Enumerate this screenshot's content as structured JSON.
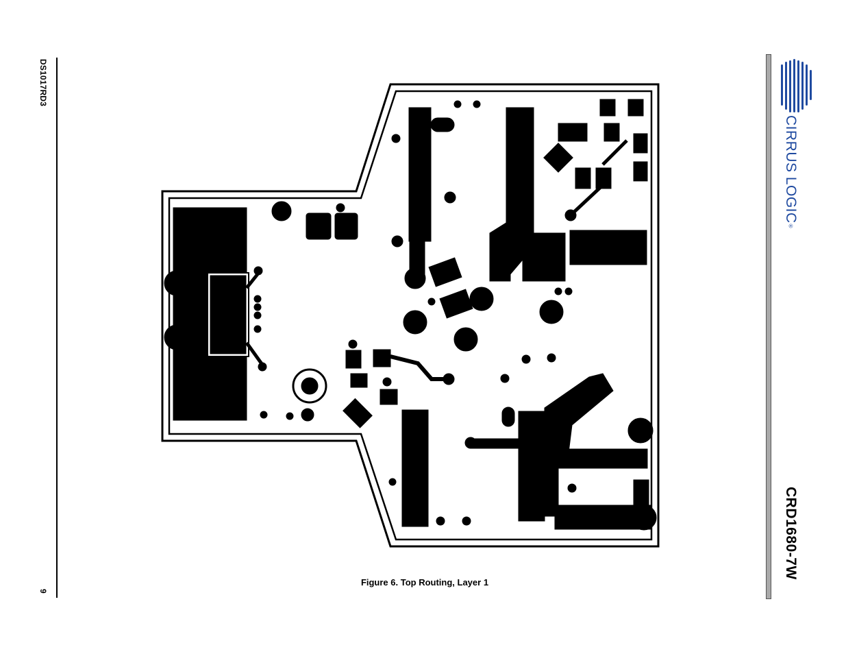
{
  "header": {
    "doc_id": "DS1017RD3",
    "page_number": "9",
    "product_title": "CRD1680-7W"
  },
  "logo": {
    "text": "CIRRUS LOGIC",
    "registered_mark": "®",
    "color": "#1f4aa0"
  },
  "figure": {
    "caption": "Figure 6.  Top Routing, Layer 1"
  }
}
